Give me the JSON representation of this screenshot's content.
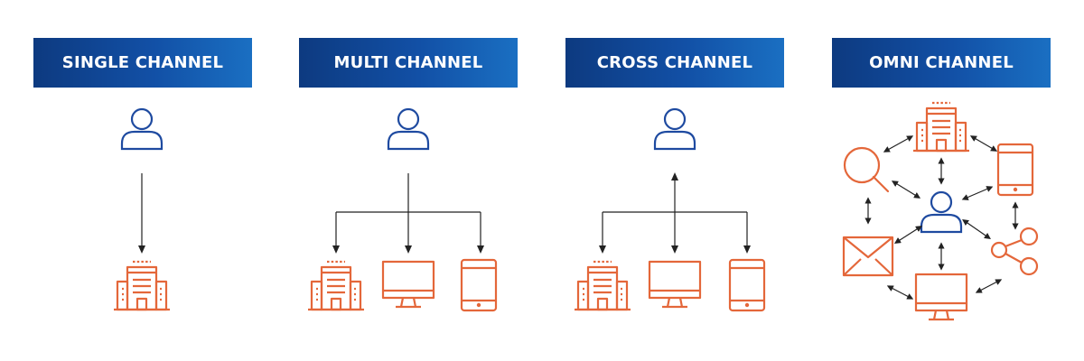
{
  "headers": {
    "single": "SINGLE CHANNEL",
    "multi": "MULTI CHANNEL",
    "cross": "CROSS CHANNEL",
    "omni": "OMNI CHANNEL"
  },
  "colors": {
    "banner": "#1250a6",
    "user_icon": "#1e4aa0",
    "channel_icons": "#e4673a",
    "arrows": "#222222"
  },
  "icons": [
    "user-icon",
    "hotel-icon",
    "monitor-icon",
    "tablet-icon",
    "search-icon",
    "mail-icon",
    "share-icon"
  ]
}
